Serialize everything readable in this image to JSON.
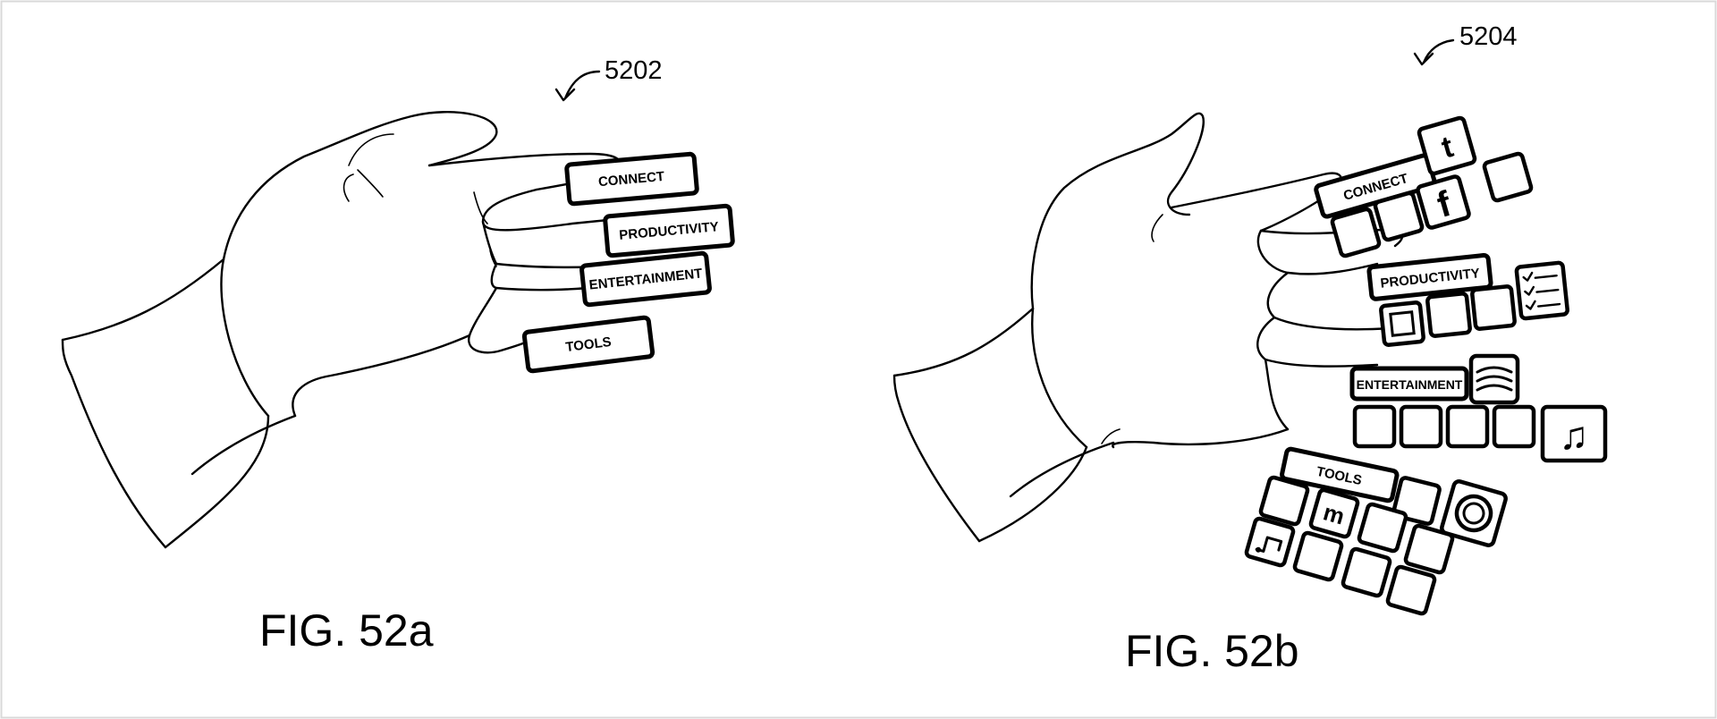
{
  "figures": [
    {
      "caption": "FIG. 52a",
      "reference": "5202",
      "menu_labels": {
        "connect": "CONNECT",
        "productivity": "PRODUCTIVITY",
        "entertainment": "ENTERTAINMENT",
        "tools": "TOOLS"
      }
    },
    {
      "caption": "FIG. 52b",
      "reference": "5204",
      "menu_labels": {
        "connect": "CONNECT",
        "productivity": "PRODUCTIVITY",
        "entertainment": "ENTERTAINMENT",
        "tools": "TOOLS"
      },
      "app_icons": [
        "twitter-icon",
        "facebook-icon",
        "checklist-icon",
        "square-icon",
        "wifi-feed-icon",
        "music-note-icon",
        "camera-icon",
        "m-app-icon",
        "tool-icon"
      ]
    }
  ],
  "colors": {
    "ink": "#000000",
    "paper": "#ffffff",
    "frame": "#d9d9d9"
  }
}
